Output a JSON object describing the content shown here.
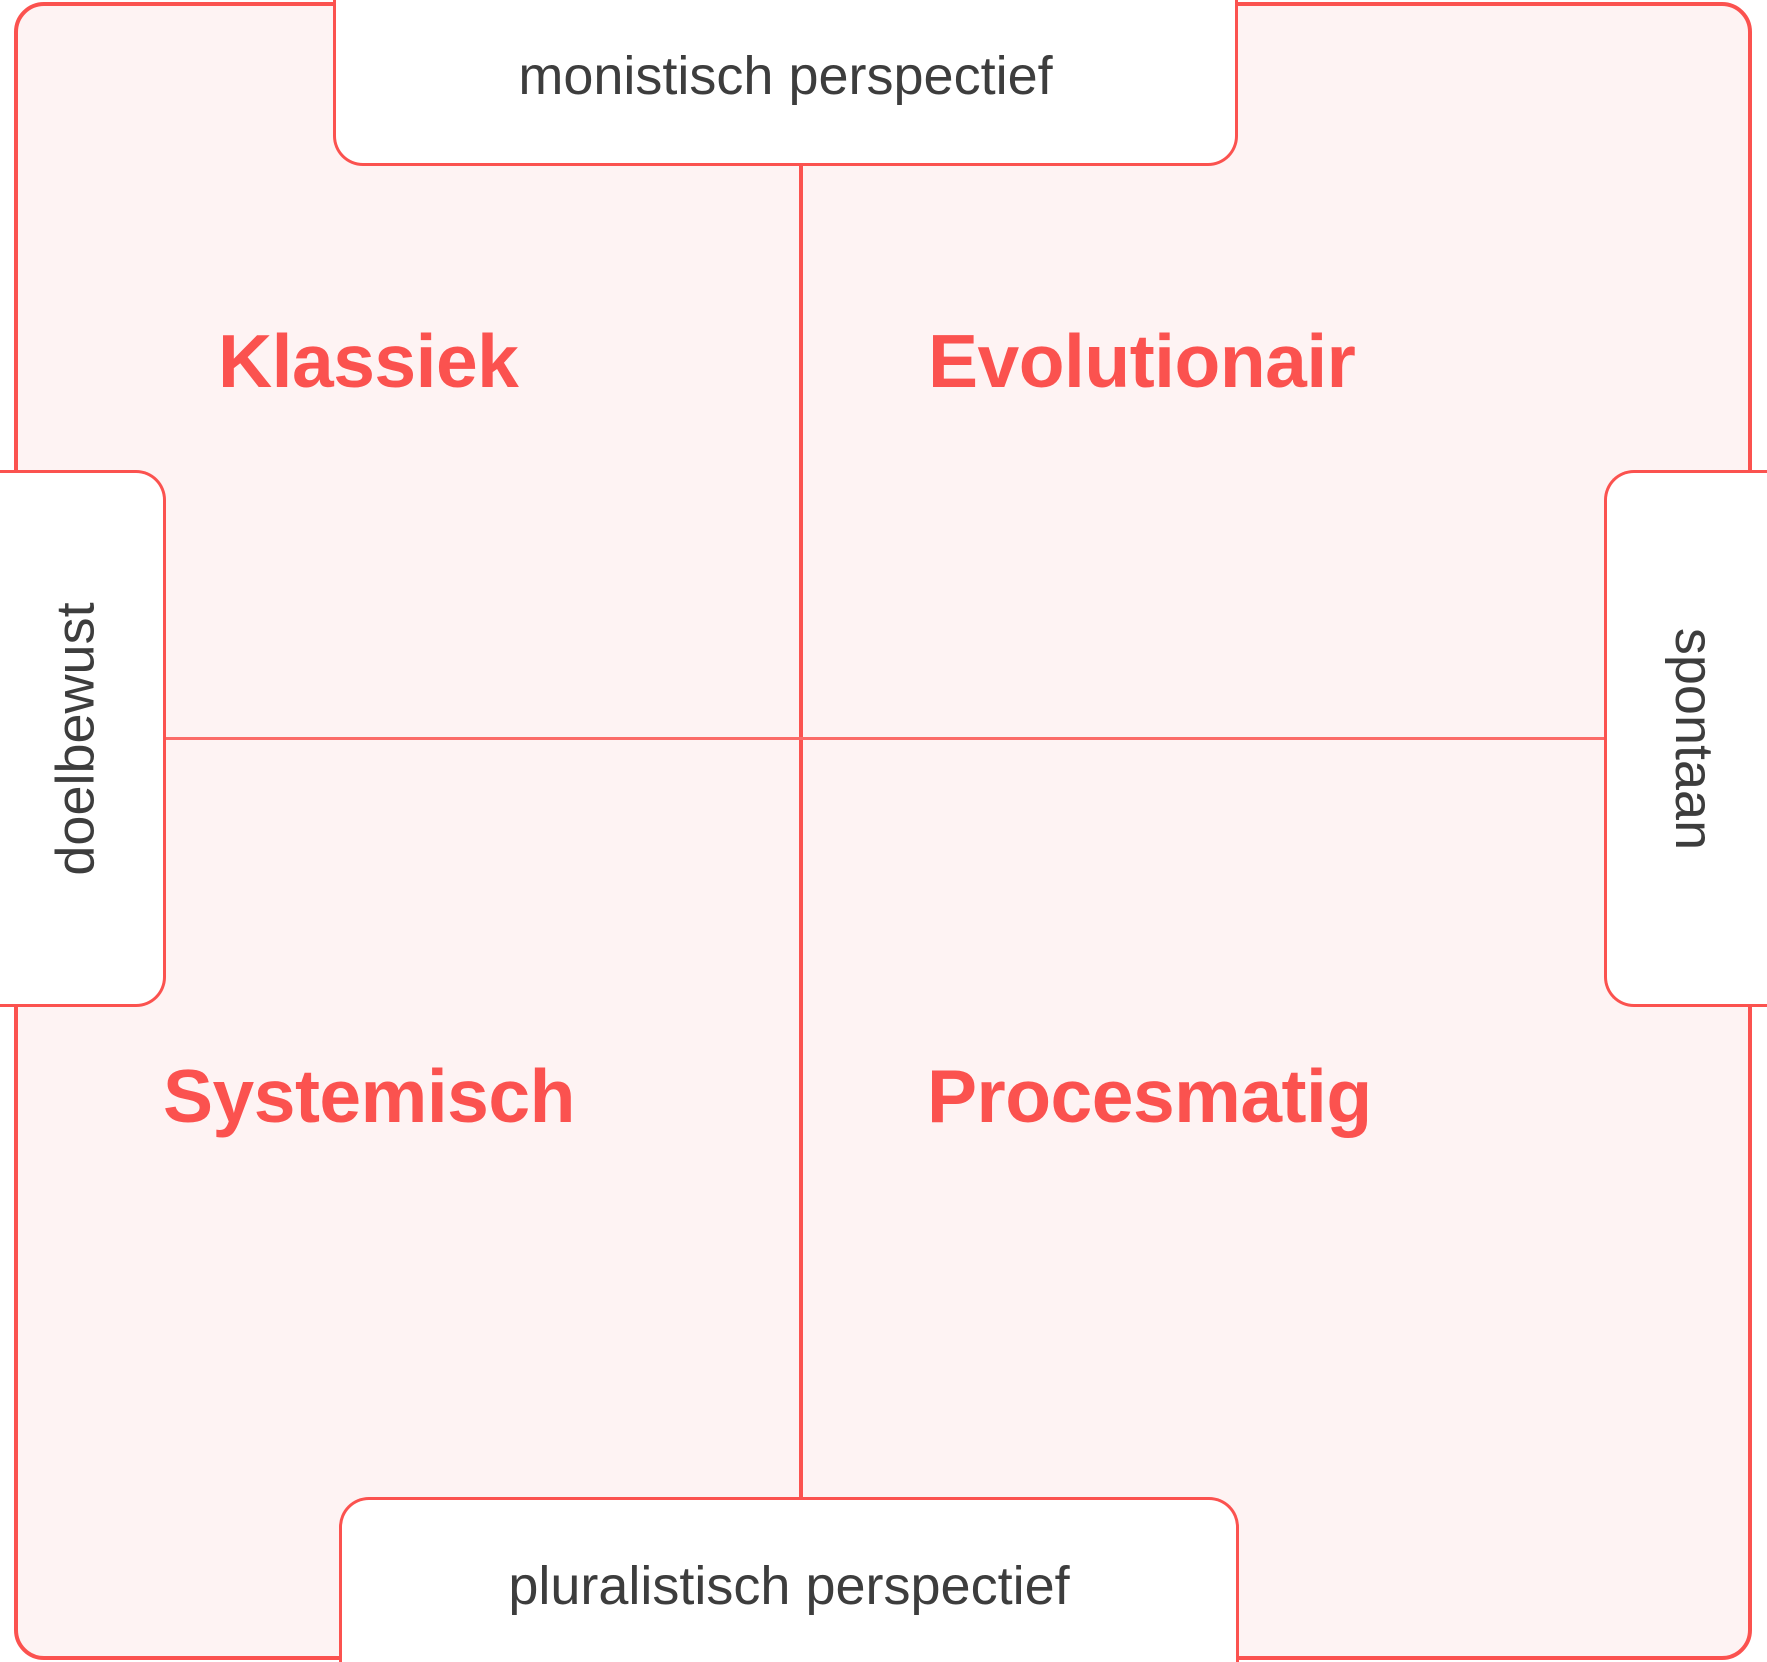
{
  "diagram": {
    "title_visible": false,
    "colors": {
      "accent_red": "#FB524F",
      "panel_fill": "#FEF3F3",
      "label_text": "#3D3D3D",
      "chip_fill": "#FFFFFF"
    },
    "axes": {
      "vertical": {
        "top_label": "monistisch perspectief",
        "bottom_label": "pluralistisch perspectief"
      },
      "horizontal": {
        "left_label": "doelbewust",
        "right_label": "spontaan"
      }
    },
    "quadrants": [
      {
        "position": "top-left",
        "label": "Klassiek"
      },
      {
        "position": "top-right",
        "label": "Evolutionair"
      },
      {
        "position": "bottom-left",
        "label": "Systemisch"
      },
      {
        "position": "bottom-right",
        "label": "Procesmatig"
      }
    ]
  }
}
